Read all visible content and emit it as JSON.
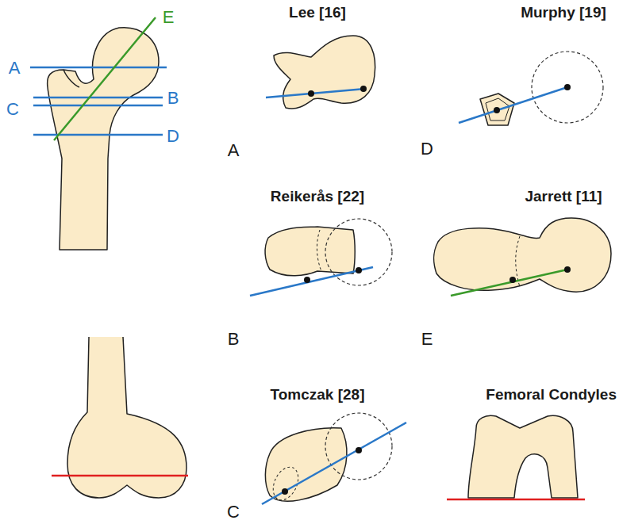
{
  "diagram": {
    "labels": [
      "E",
      "A",
      "B",
      "C",
      "D",
      "Lee [16]",
      "A",
      "Murphy [19]",
      "D",
      "Reikerås [22]",
      "B",
      "Jarrett [11]",
      "E",
      "Tomczak [28]",
      "C",
      "Femoral Condyles"
    ]
  }
}
